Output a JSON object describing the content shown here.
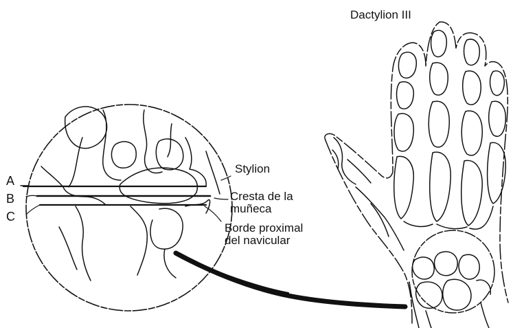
{
  "labels": {
    "dactylion": "Dactylion III",
    "stylion": "Stylion",
    "cresta_line1": "Cresta de la",
    "cresta_line2": "muñeca",
    "borde_line1": "Borde proximal",
    "borde_line2": "del navicular",
    "line_a": "A",
    "line_b": "B",
    "line_c": "C"
  },
  "colors": {
    "ink": "#111111",
    "background": "#ffffff"
  }
}
